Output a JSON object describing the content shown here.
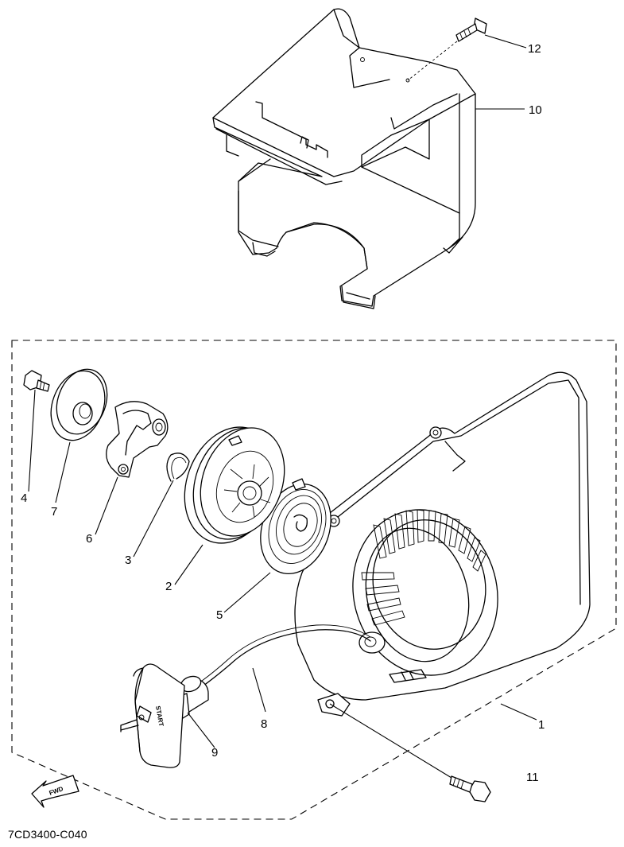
{
  "diagram_code": "7CD3400-C040",
  "fwd_label": "FWD",
  "handle_label": "START",
  "callouts": {
    "c1": "1",
    "c2": "2",
    "c3": "3",
    "c4": "4",
    "c5": "5",
    "c6": "6",
    "c7": "7",
    "c8": "8",
    "c9": "9",
    "c10": "10",
    "c11": "11",
    "c12": "12"
  }
}
